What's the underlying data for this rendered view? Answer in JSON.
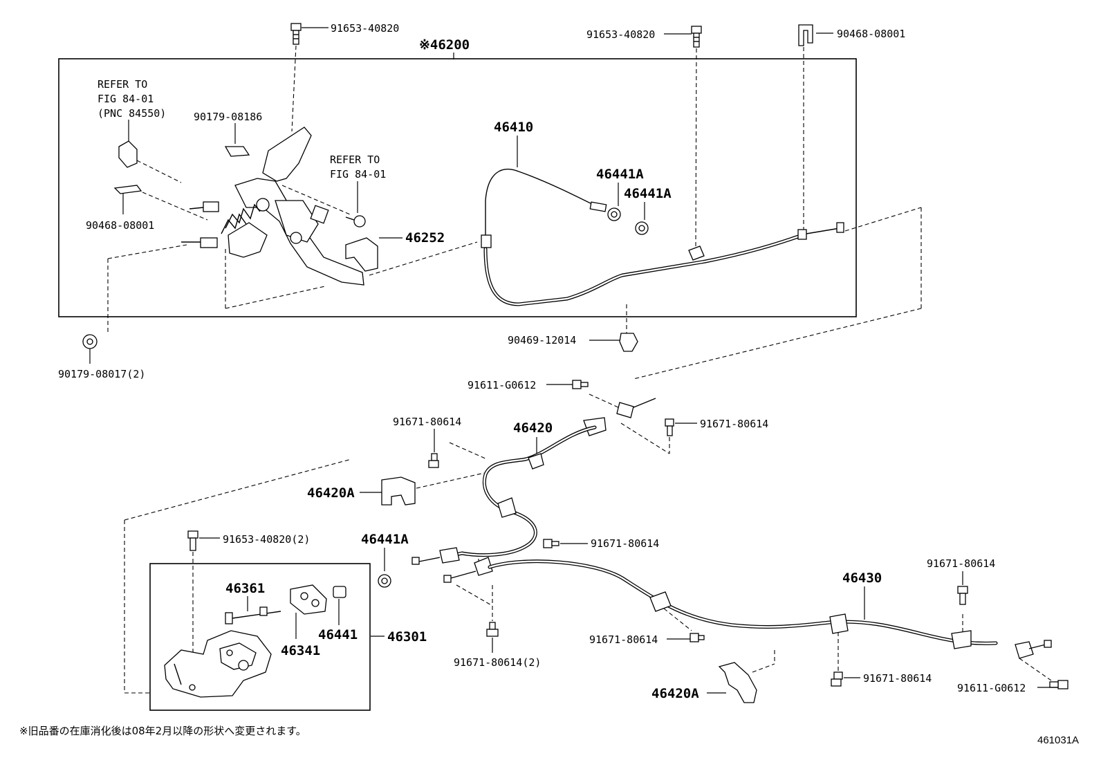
{
  "title_ref": "※46200",
  "labels": {
    "bolt_top_left": "91653-40820",
    "bolt_top_mid": "91653-40820",
    "clip_top_right": "90468-08001",
    "refer_a_1": "REFER TO",
    "refer_a_2": "FIG 84-01",
    "refer_a_3": "(PNC 84550)",
    "nut_90179_08186": "90179-08186",
    "refer_b_1": "REFER TO",
    "refer_b_2": "FIG 84-01",
    "clip_left": "90468-08001",
    "cover_46252": "46252",
    "cable_front": "46410",
    "grommet_a1": "46441A",
    "grommet_a2": "46441A",
    "nut_bottom_left": "90179-08017(2)",
    "clamp_90469": "90469-12014",
    "bolt_91611_top": "91611-G0612",
    "bolt_91671_a": "91671-80614",
    "bolt_91671_b": "91671-80614",
    "cable_left_rear": "46420",
    "bracket_46420a_top": "46420A",
    "bolt_91653_2": "91653-40820(2)",
    "grommet_a3": "46441A",
    "bolt_91671_c": "91671-80614",
    "rod_46361": "46361",
    "lever_46341": "46341",
    "bush_46441": "46441",
    "equalizer_46301": "46301",
    "bolt_91671_d": "91671-80614(2)",
    "cable_right_rear": "46430",
    "bolt_91671_e": "91671-80614",
    "bolt_91671_f": "91671-80614",
    "bolt_91671_g": "91671-80614",
    "bracket_46420a_bottom": "46420A",
    "bolt_91611_bottom": "91611-G0612"
  },
  "footnote": "※旧品番の在庫消化後は08年2月以降の形状へ変更されます。",
  "figure_code": "461031A"
}
